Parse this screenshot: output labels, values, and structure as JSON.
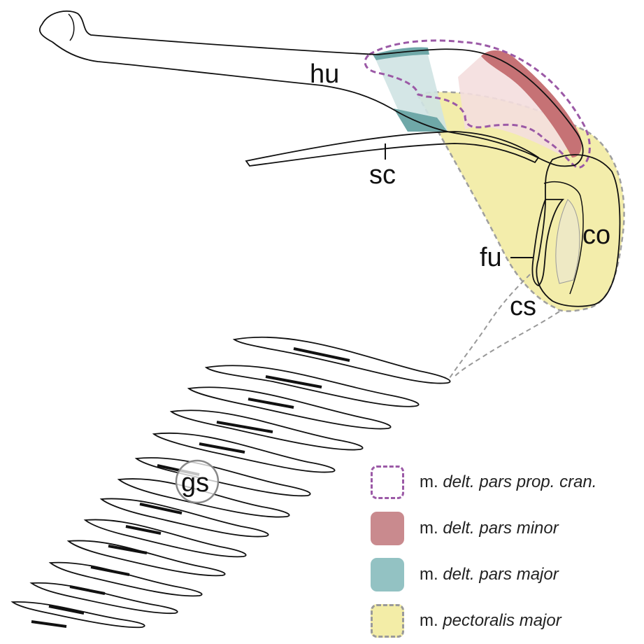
{
  "labels": {
    "humerus": "hu",
    "scapula": "sc",
    "coracoid": "co",
    "furcula": "fu",
    "cs": "cs",
    "gs": "gs"
  },
  "legend": [
    {
      "prefix": "m. ",
      "name": "delt. pars prop. cran.",
      "fill": "#ffffff",
      "border": "#9b59a6",
      "dashed": true
    },
    {
      "prefix": "m. ",
      "name": "delt. pars minor",
      "fill": "#c98a8e",
      "border": "#c98a8e",
      "dashed": false
    },
    {
      "prefix": "m. ",
      "name": "delt. pars major",
      "fill": "#93c2c3",
      "border": "#93c2c3",
      "dashed": false
    },
    {
      "prefix": "m. ",
      "name": "pectoralis major",
      "fill": "#f3eda7",
      "border": "#9a9a9a",
      "dashed": true
    }
  ],
  "colors": {
    "pectoralis": "#f3eda7",
    "pectoralis_border": "#9a9a9a",
    "minor_light": "#f4dede",
    "minor_dark": "#c67275",
    "major_light": "#cfe3e3",
    "major_dark": "#6fa8a8",
    "cran_border": "#9b59a6",
    "outline": "#111111"
  }
}
